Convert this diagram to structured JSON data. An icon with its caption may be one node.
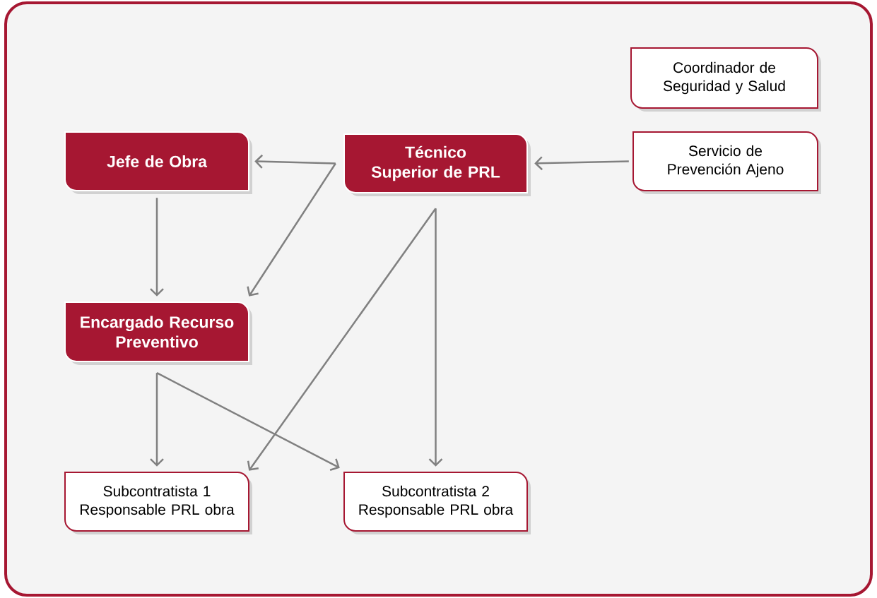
{
  "diagram": {
    "nodes": [
      {
        "text": [
          "Coordinador de Seguridad y Salud"
        ]
      },
      {
        "text": [
          "Jefe de Obra"
        ]
      },
      {
        "text": [
          "Técnico Superior de PRL"
        ]
      },
      {
        "text": [
          "Servicio de Prevención Ajeno"
        ]
      },
      {
        "text": [
          "Encargado Recurso Preventivo"
        ]
      },
      {
        "text": [
          "Subcontratista 1 Responsable PRL obra"
        ]
      },
      {
        "text": [
          "Subcontratista 2 Responsable PRL obra"
        ]
      }
    ],
    "edges": [
      {
        "from": 3,
        "to": 2,
        "arrow": "to"
      },
      {
        "from": 2,
        "to": 1,
        "arrow": "to"
      },
      {
        "from": 2,
        "to": 4,
        "arrow": "to"
      },
      {
        "from": 1,
        "to": 4,
        "arrow": "to"
      },
      {
        "from": 2,
        "to": 5,
        "arrow": "to"
      },
      {
        "from": 2,
        "to": 6,
        "arrow": "to"
      },
      {
        "from": 4,
        "to": 5,
        "arrow": "to"
      },
      {
        "from": 4,
        "to": 6,
        "arrow": "to"
      }
    ]
  }
}
